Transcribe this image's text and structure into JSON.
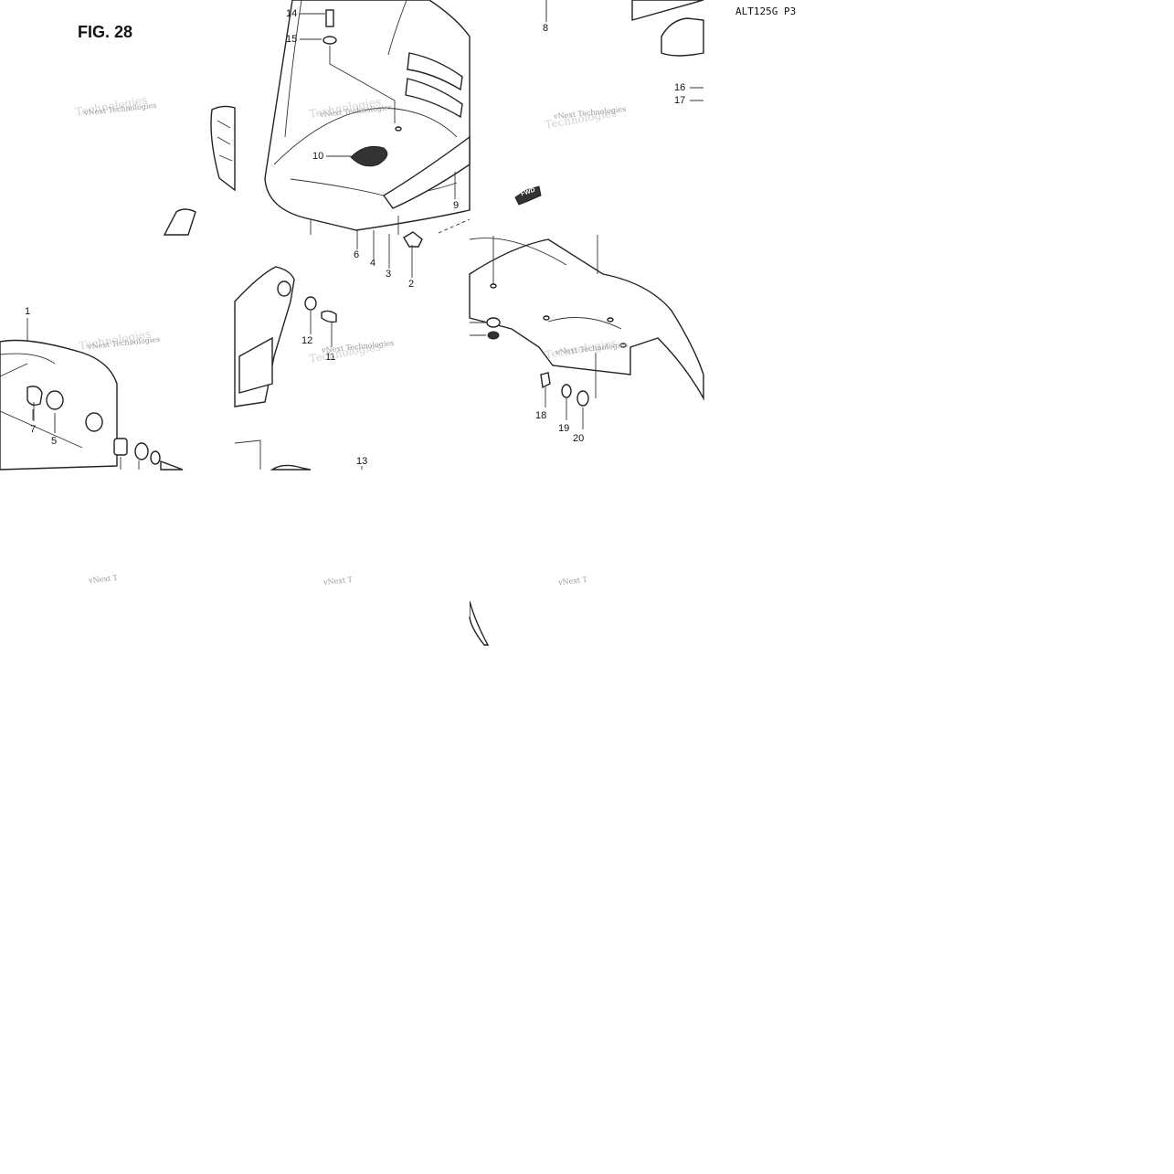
{
  "figure_title": "FIG. 28",
  "drawing_code": "ALT125G P3",
  "fwd_arrow_label": "FWD",
  "watermark": {
    "line1": "vNext Technologies",
    "line2": "Technologies"
  },
  "callouts": [
    "1",
    "2",
    "3",
    "4",
    "5",
    "6",
    "7",
    "8",
    "9",
    "10",
    "11",
    "12",
    "13",
    "14",
    "15",
    "16",
    "17",
    "18",
    "19",
    "20"
  ]
}
